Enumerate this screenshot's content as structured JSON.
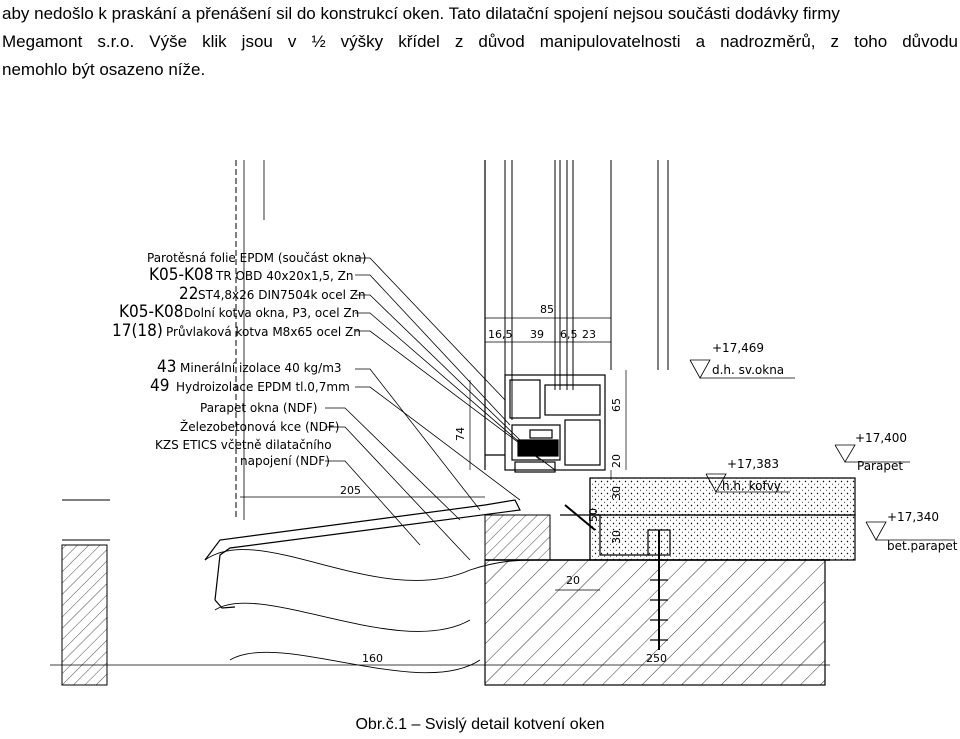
{
  "paragraph": {
    "line1": "aby nedošlo k praskání a přenášení sil do konstrukcí oken. Tato dilatační spojení nejsou součásti dodávky firmy",
    "line2": "Megamont s.r.o. Výše klik jsou v ½ výšky křídel z důvod manipulovatelnosti a nadrozměrů, z toho důvodu",
    "line3": "nemohlo být osazeno níže."
  },
  "caption": "Obr.č.1 – Svislý detail kotvení oken",
  "drawing": {
    "callouts": [
      {
        "code": "",
        "text": "Parotěsná folie EPDM (součást okna)"
      },
      {
        "code": "K05-K08",
        "text": "TR OBD 40x20x1,5, Zn"
      },
      {
        "code": "22",
        "text": "ST4,8x26 DIN7504k ocel Zn"
      },
      {
        "code": "K05-K08",
        "text": "Dolní kotva okna, P3, ocel Zn"
      },
      {
        "code": "17(18)",
        "text": "Průvlaková kotva M8x65 ocel Zn"
      },
      {
        "code": "43",
        "text": "Minerální izolace 40 kg/m3"
      },
      {
        "code": "49",
        "text": "Hydroizolace EPDM tl.0,7mm"
      },
      {
        "code": "",
        "text": "Parapet okna (NDF)"
      },
      {
        "code": "",
        "text": "Železobetonová kce (NDF)"
      },
      {
        "code": "",
        "text": "KZS ETICS včetně dilatačního"
      },
      {
        "code": "",
        "text": "napojení (NDF)"
      }
    ],
    "dimensions": {
      "d85": "85",
      "d16_5": "16,5",
      "d39": "39",
      "d6_5": "6,5",
      "d23": "23",
      "d65": "65",
      "d74": "74",
      "d20v": "20",
      "d30": "30",
      "d30b": "30",
      "d205": "205",
      "d20h": "20",
      "d50": "50",
      "d160": "160",
      "d250": "250"
    },
    "levels": [
      {
        "value": "+17,469",
        "label": "d.h. sv.okna"
      },
      {
        "value": "+17,400",
        "label": "Parapet"
      },
      {
        "value": "+17,383",
        "label": "h.h. kofvy"
      },
      {
        "value": "+17,340",
        "label": "bet.parapet"
      }
    ]
  }
}
